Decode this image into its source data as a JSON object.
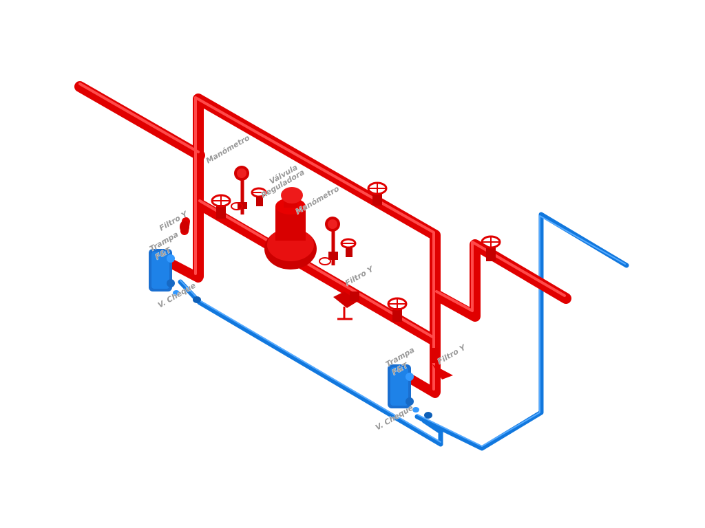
{
  "colors": {
    "steam": "#e00000",
    "condensate": "#1177dd",
    "label": "#9a9a9a",
    "background": "#ffffff"
  },
  "labels": {
    "manometro_top": "Manómetro",
    "valvula_line1": "Válvula",
    "valvula_line2": "Reguladora",
    "manometro_mid": "Manómetro",
    "filtro_y_left": "Filtro Y",
    "trampa_left": "Trampa",
    "ft_left": "F&T",
    "cheque_left": "V. Cheque",
    "filtro_y_mid": "Filtro Y",
    "trampa_right": "Trampa",
    "ft_right": "F&T",
    "filtro_y_right": "Filtro Y",
    "cheque_right": "V. Cheque"
  }
}
